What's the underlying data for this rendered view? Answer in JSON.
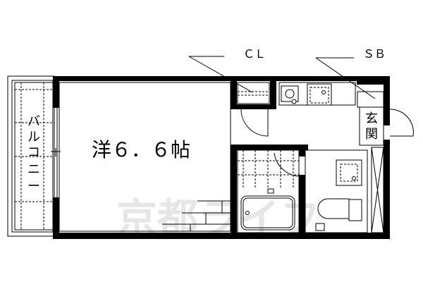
{
  "floorplan": {
    "main_room": {
      "label": "洋６．６帖",
      "type": "Western-style room",
      "size_jo": 6.6
    },
    "balcony": {
      "label": "バルコニー"
    },
    "closet": {
      "label": "ＣＬ"
    },
    "shoe_box": {
      "label": "ＳＢ"
    },
    "entrance": {
      "label_line1": "玄",
      "label_line2": "関"
    },
    "watermark": {
      "text": "京都ライフ"
    }
  },
  "colors": {
    "wall": "#000000",
    "background": "#ffffff",
    "watermark": "#e6e6e6"
  }
}
